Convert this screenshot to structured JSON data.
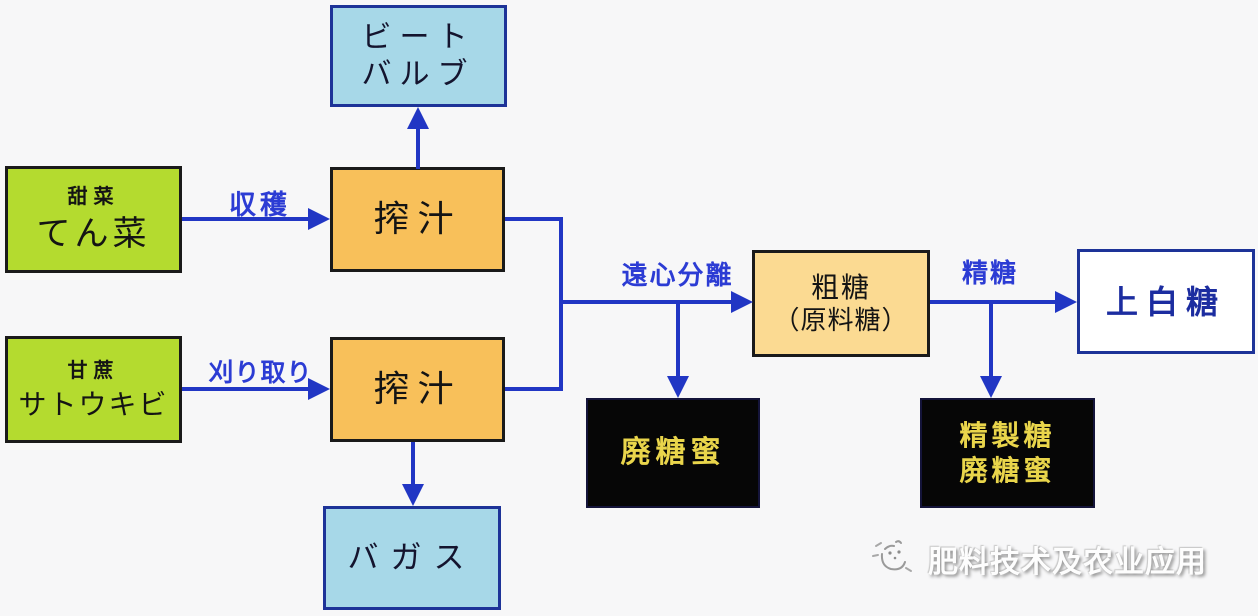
{
  "colors": {
    "background": "#f7f7f8",
    "arrow": "#2136c4",
    "label_text": "#2c3cd4",
    "green_fill": "#b4db2f",
    "orange_fill": "#f8c05a",
    "cream_fill": "#fbda92",
    "lightblue_fill": "#a7d8e8",
    "black_fill": "#060606",
    "white_fill": "#ffffff",
    "dark_border": "#1a1a1a",
    "navy_border": "#1d3398",
    "navy_text": "#1c2da0",
    "yellow_text": "#e9d54b"
  },
  "nodes": {
    "beet": {
      "subtitle": "甜菜",
      "title": "てん菜"
    },
    "sugarcane": {
      "subtitle": "甘蔗",
      "title": "サトウキビ"
    },
    "press_beet": {
      "title": "搾汁"
    },
    "press_cane": {
      "title": "搾汁"
    },
    "beet_pulp": {
      "line1": "ビート",
      "line2": "バルブ"
    },
    "bagasse": {
      "title": "バガス"
    },
    "raw_sugar": {
      "line1": "粗糖",
      "line2": "（原料糖）"
    },
    "white_sugar": {
      "title": "上白糖"
    },
    "molasses": {
      "title": "廃糖蜜"
    },
    "refined_molasses": {
      "line1": "精製糖",
      "line2": "廃糖蜜"
    }
  },
  "edge_labels": {
    "harvest": "収穫",
    "cutting": "刈り取り",
    "centrifugation": "遠心分離",
    "refining": "精糖"
  },
  "watermark": {
    "icon": "cat-face-sketch-icon",
    "text": "肥料技术及农业应用"
  }
}
